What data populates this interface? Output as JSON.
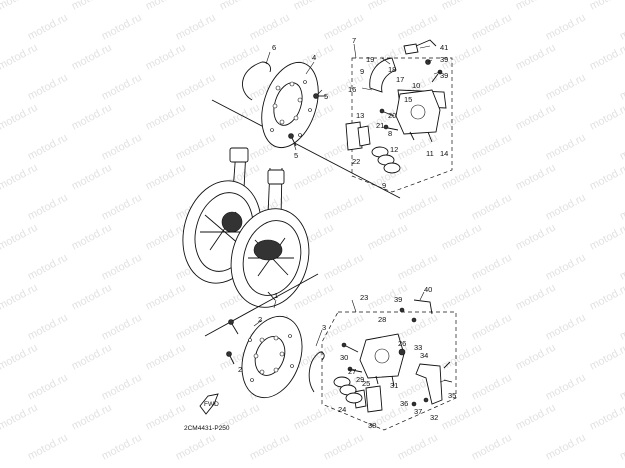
{
  "watermark": "motod.ru",
  "diagram_code": "2CM4431-P250",
  "fwd_label": "FWD",
  "callouts": {
    "c1": "1",
    "c2a": "2",
    "c2b": "2",
    "c3": "3",
    "c4": "4",
    "c5a": "5",
    "c5b": "5",
    "c6": "6",
    "c7": "7",
    "c8": "8",
    "c9": "9",
    "c10": "10",
    "c11": "11",
    "c12": "12",
    "c13": "13",
    "c14": "14",
    "c15": "15",
    "c16": "16",
    "c17": "17",
    "c18": "18",
    "c19": "19",
    "c20": "20",
    "c21": "21",
    "c22": "22",
    "c23": "23",
    "c24": "24",
    "c25": "25",
    "c26": "26",
    "c27": "27",
    "c28": "28",
    "c29": "29",
    "c30": "30",
    "c31": "31",
    "c32": "32",
    "c33": "33",
    "c34": "34",
    "c35": "35",
    "c36": "36",
    "c37": "37",
    "c38": "38",
    "c39a": "39",
    "c39b": "39",
    "c39c": "39",
    "c40": "40",
    "c41": "41"
  }
}
